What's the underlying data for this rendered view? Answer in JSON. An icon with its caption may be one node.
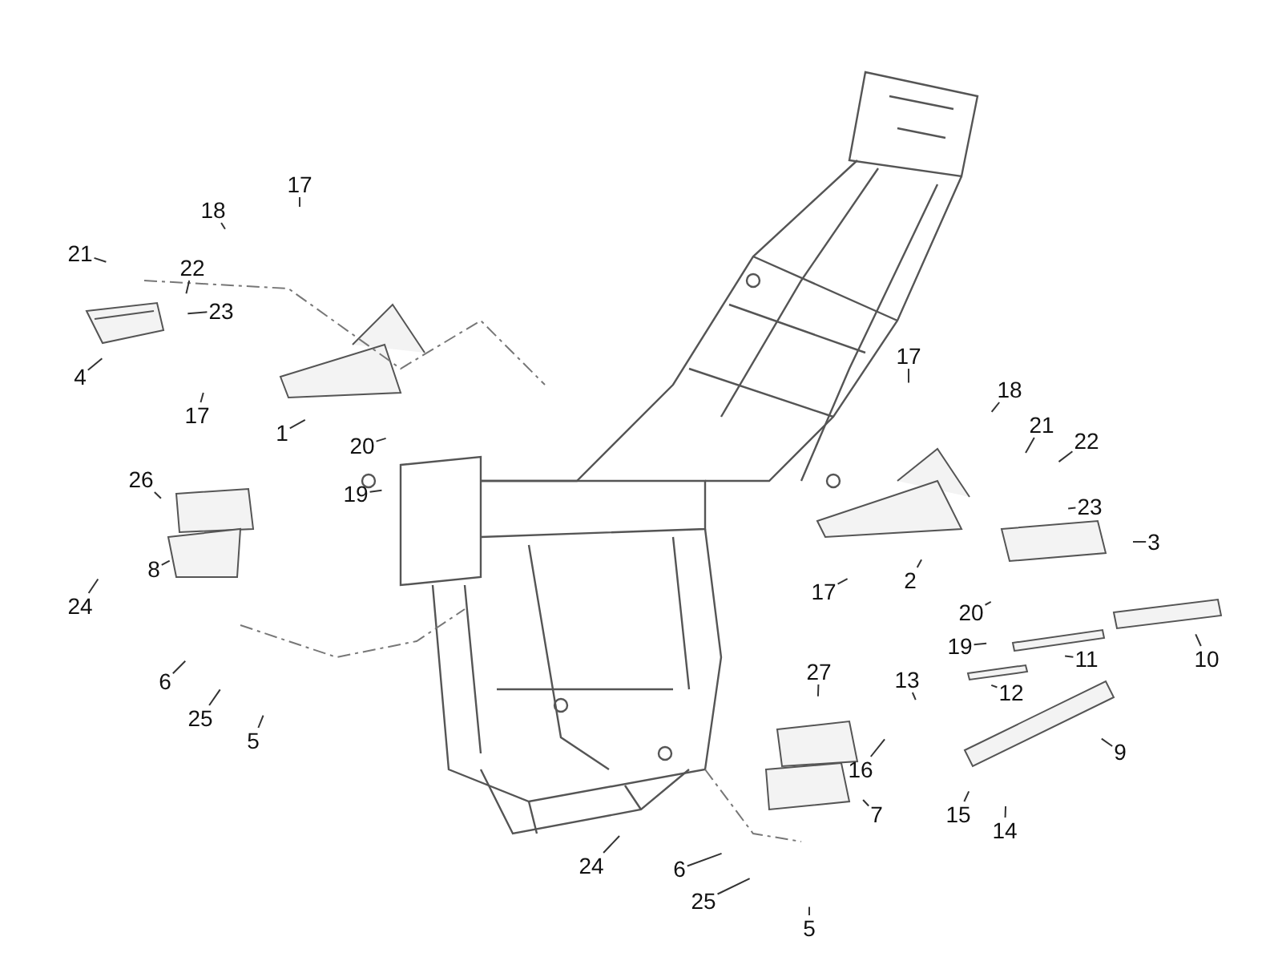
{
  "diagram": {
    "nodes": [
      {
        "text": [
          "18"
        ]
      },
      {
        "text": [
          "17"
        ]
      },
      {
        "text": [
          "21"
        ]
      },
      {
        "text": [
          "22"
        ]
      },
      {
        "text": [
          "23"
        ]
      },
      {
        "text": [
          "4"
        ]
      },
      {
        "text": [
          "17"
        ]
      },
      {
        "text": [
          "1"
        ]
      },
      {
        "text": [
          "20"
        ]
      },
      {
        "text": [
          "19"
        ]
      },
      {
        "text": [
          "26"
        ]
      },
      {
        "text": [
          "24"
        ]
      },
      {
        "text": [
          "8"
        ]
      },
      {
        "text": [
          "6"
        ]
      },
      {
        "text": [
          "25"
        ]
      },
      {
        "text": [
          "5"
        ]
      },
      {
        "text": [
          "17"
        ]
      },
      {
        "text": [
          "18"
        ]
      },
      {
        "text": [
          "21"
        ]
      },
      {
        "text": [
          "22"
        ]
      },
      {
        "text": [
          "23"
        ]
      },
      {
        "text": [
          "3"
        ]
      },
      {
        "text": [
          "2"
        ]
      },
      {
        "text": [
          "17"
        ]
      },
      {
        "text": [
          "20"
        ]
      },
      {
        "text": [
          "19"
        ]
      },
      {
        "text": [
          "11"
        ]
      },
      {
        "text": [
          "10"
        ]
      },
      {
        "text": [
          "12"
        ]
      },
      {
        "text": [
          "13"
        ]
      },
      {
        "text": [
          "27"
        ]
      },
      {
        "text": [
          "9"
        ]
      },
      {
        "text": [
          "16"
        ]
      },
      {
        "text": [
          "7"
        ]
      },
      {
        "text": [
          "15"
        ]
      },
      {
        "text": [
          "14"
        ]
      },
      {
        "text": [
          "24"
        ]
      },
      {
        "text": [
          "6"
        ]
      },
      {
        "text": [
          "25"
        ]
      },
      {
        "text": [
          "5"
        ]
      }
    ],
    "edges": [
      {
        "from": 0,
        "to": null,
        "arrow": "none"
      },
      {
        "from": 1,
        "to": null,
        "arrow": "none"
      },
      {
        "from": 2,
        "to": null,
        "arrow": "none"
      },
      {
        "from": 3,
        "to": null,
        "arrow": "none"
      },
      {
        "from": 4,
        "to": null,
        "arrow": "none"
      },
      {
        "from": 5,
        "to": null,
        "arrow": "none"
      },
      {
        "from": 6,
        "to": null,
        "arrow": "none"
      },
      {
        "from": 7,
        "to": null,
        "arrow": "none"
      },
      {
        "from": 8,
        "to": null,
        "arrow": "none"
      },
      {
        "from": 9,
        "to": null,
        "arrow": "none"
      },
      {
        "from": 10,
        "to": null,
        "arrow": "none"
      },
      {
        "from": 11,
        "to": null,
        "arrow": "none"
      },
      {
        "from": 12,
        "to": null,
        "arrow": "none"
      },
      {
        "from": 13,
        "to": null,
        "arrow": "none"
      },
      {
        "from": 14,
        "to": null,
        "arrow": "none"
      },
      {
        "from": 15,
        "to": null,
        "arrow": "none"
      },
      {
        "from": 16,
        "to": null,
        "arrow": "none"
      },
      {
        "from": 17,
        "to": null,
        "arrow": "none"
      },
      {
        "from": 18,
        "to": null,
        "arrow": "none"
      },
      {
        "from": 19,
        "to": null,
        "arrow": "none"
      },
      {
        "from": 20,
        "to": null,
        "arrow": "none"
      },
      {
        "from": 21,
        "to": null,
        "arrow": "none"
      },
      {
        "from": 22,
        "to": null,
        "arrow": "none"
      },
      {
        "from": 23,
        "to": null,
        "arrow": "none"
      },
      {
        "from": 24,
        "to": null,
        "arrow": "none"
      },
      {
        "from": 25,
        "to": null,
        "arrow": "none"
      },
      {
        "from": 26,
        "to": null,
        "arrow": "none"
      },
      {
        "from": 27,
        "to": null,
        "arrow": "none"
      },
      {
        "from": 28,
        "to": null,
        "arrow": "none"
      },
      {
        "from": 29,
        "to": null,
        "arrow": "none"
      },
      {
        "from": 30,
        "to": null,
        "arrow": "none"
      },
      {
        "from": 31,
        "to": null,
        "arrow": "none"
      },
      {
        "from": 32,
        "to": null,
        "arrow": "none"
      },
      {
        "from": 33,
        "to": null,
        "arrow": "none"
      },
      {
        "from": 34,
        "to": null,
        "arrow": "none"
      },
      {
        "from": 35,
        "to": null,
        "arrow": "none"
      },
      {
        "from": 36,
        "to": null,
        "arrow": "none"
      },
      {
        "from": 37,
        "to": null,
        "arrow": "none"
      },
      {
        "from": 38,
        "to": null,
        "arrow": "none"
      },
      {
        "from": 39,
        "to": null,
        "arrow": "none"
      }
    ]
  }
}
